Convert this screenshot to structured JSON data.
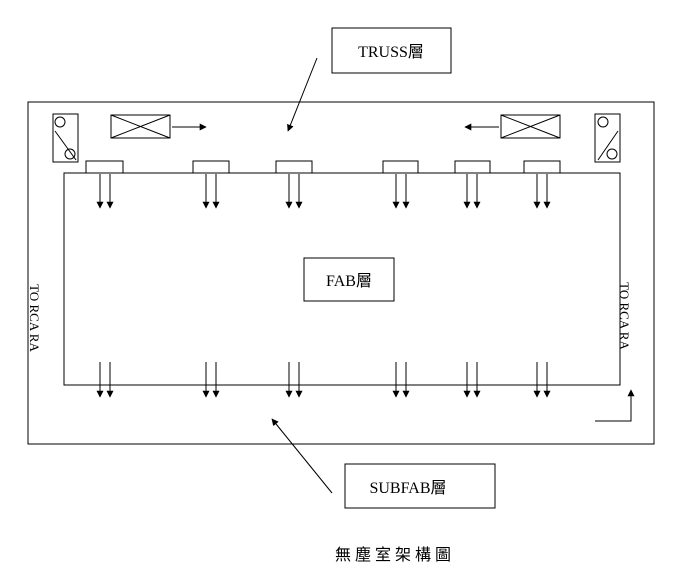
{
  "labels": {
    "truss": "TRUSS層",
    "fab": "FAB層",
    "subfab": "SUBFAB層",
    "return_air_left": "TO RCA RA",
    "return_air_right": "TO RCA RA"
  },
  "caption": "無塵室架構圖",
  "colors": {
    "line": "#000000",
    "background": "#ffffff"
  }
}
